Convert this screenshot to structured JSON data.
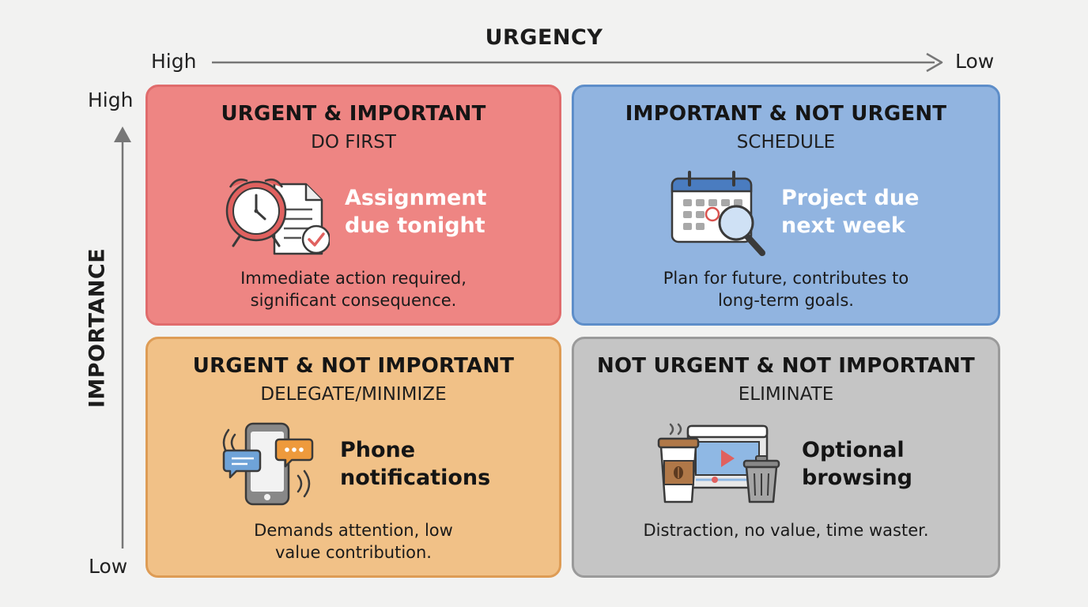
{
  "axes": {
    "x_title": "URGENCY",
    "x_high": "High",
    "x_low": "Low",
    "y_title": "IMPORTANCE",
    "y_high": "High",
    "y_low": "Low"
  },
  "quadrants": [
    {
      "title": "URGENT & IMPORTANT",
      "action": "DO FIRST",
      "example": [
        "Assignment",
        "due tonight"
      ],
      "description": [
        "Immediate action required,",
        "significant consequence."
      ],
      "icon": "alarm-clock-document-icon",
      "color": "#ee8583"
    },
    {
      "title": "IMPORTANT & NOT URGENT",
      "action": "SCHEDULE",
      "example": [
        "Project due",
        "next week"
      ],
      "description": [
        "Plan for future, contributes to",
        "long-term goals."
      ],
      "icon": "calendar-magnifier-icon",
      "color": "#91b4e0"
    },
    {
      "title": "URGENT & NOT IMPORTANT",
      "action": "DELEGATE/MINIMIZE",
      "example": [
        "Phone",
        "notifications"
      ],
      "description": [
        "Demands attention, low",
        "value contribution."
      ],
      "icon": "phone-notifications-icon",
      "color": "#f1c187"
    },
    {
      "title": "NOT URGENT & NOT IMPORTANT",
      "action": "ELIMINATE",
      "example": [
        "Optional",
        "browsing"
      ],
      "description": [
        "Distraction, no value, time waster."
      ],
      "icon": "coffee-video-trash-icon",
      "color": "#c5c5c5"
    }
  ]
}
